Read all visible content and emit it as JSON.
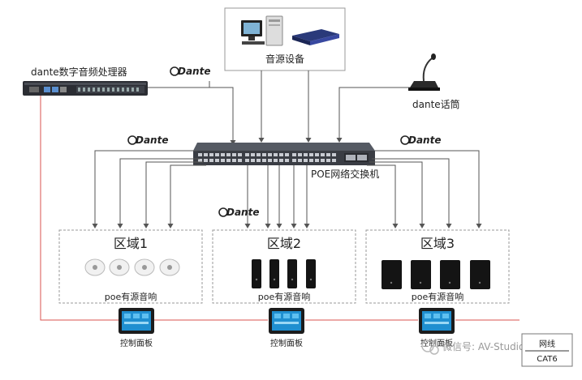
{
  "labels": {
    "processor": "dante数字音频处理器",
    "source": "音源设备",
    "mic": "dante话筒",
    "switch": "POE网络交换机",
    "dante_logo": "Dante",
    "zones": [
      "区域1",
      "区域2",
      "区域3"
    ],
    "speaker_label": "poe有源音响",
    "panel_label": "控制面板",
    "watermark": "微信号: AV-Studio",
    "legend": {
      "top": "网线",
      "bottom": "CAT6"
    }
  },
  "colors": {
    "line": "#555555",
    "red_line": "#d9534f",
    "zone_border": "#999999",
    "switch": "#3a3d44",
    "speaker_black": "#141414",
    "panel_screen": "#1f8fd0"
  },
  "icons": [
    "computer-icon",
    "rack-unit-icon",
    "gooseneck-mic-icon",
    "network-switch-icon",
    "ceiling-speaker-icon",
    "column-speaker-icon",
    "box-speaker-icon",
    "touch-panel-icon",
    "dante-logo-icon",
    "wechat-icon"
  ]
}
